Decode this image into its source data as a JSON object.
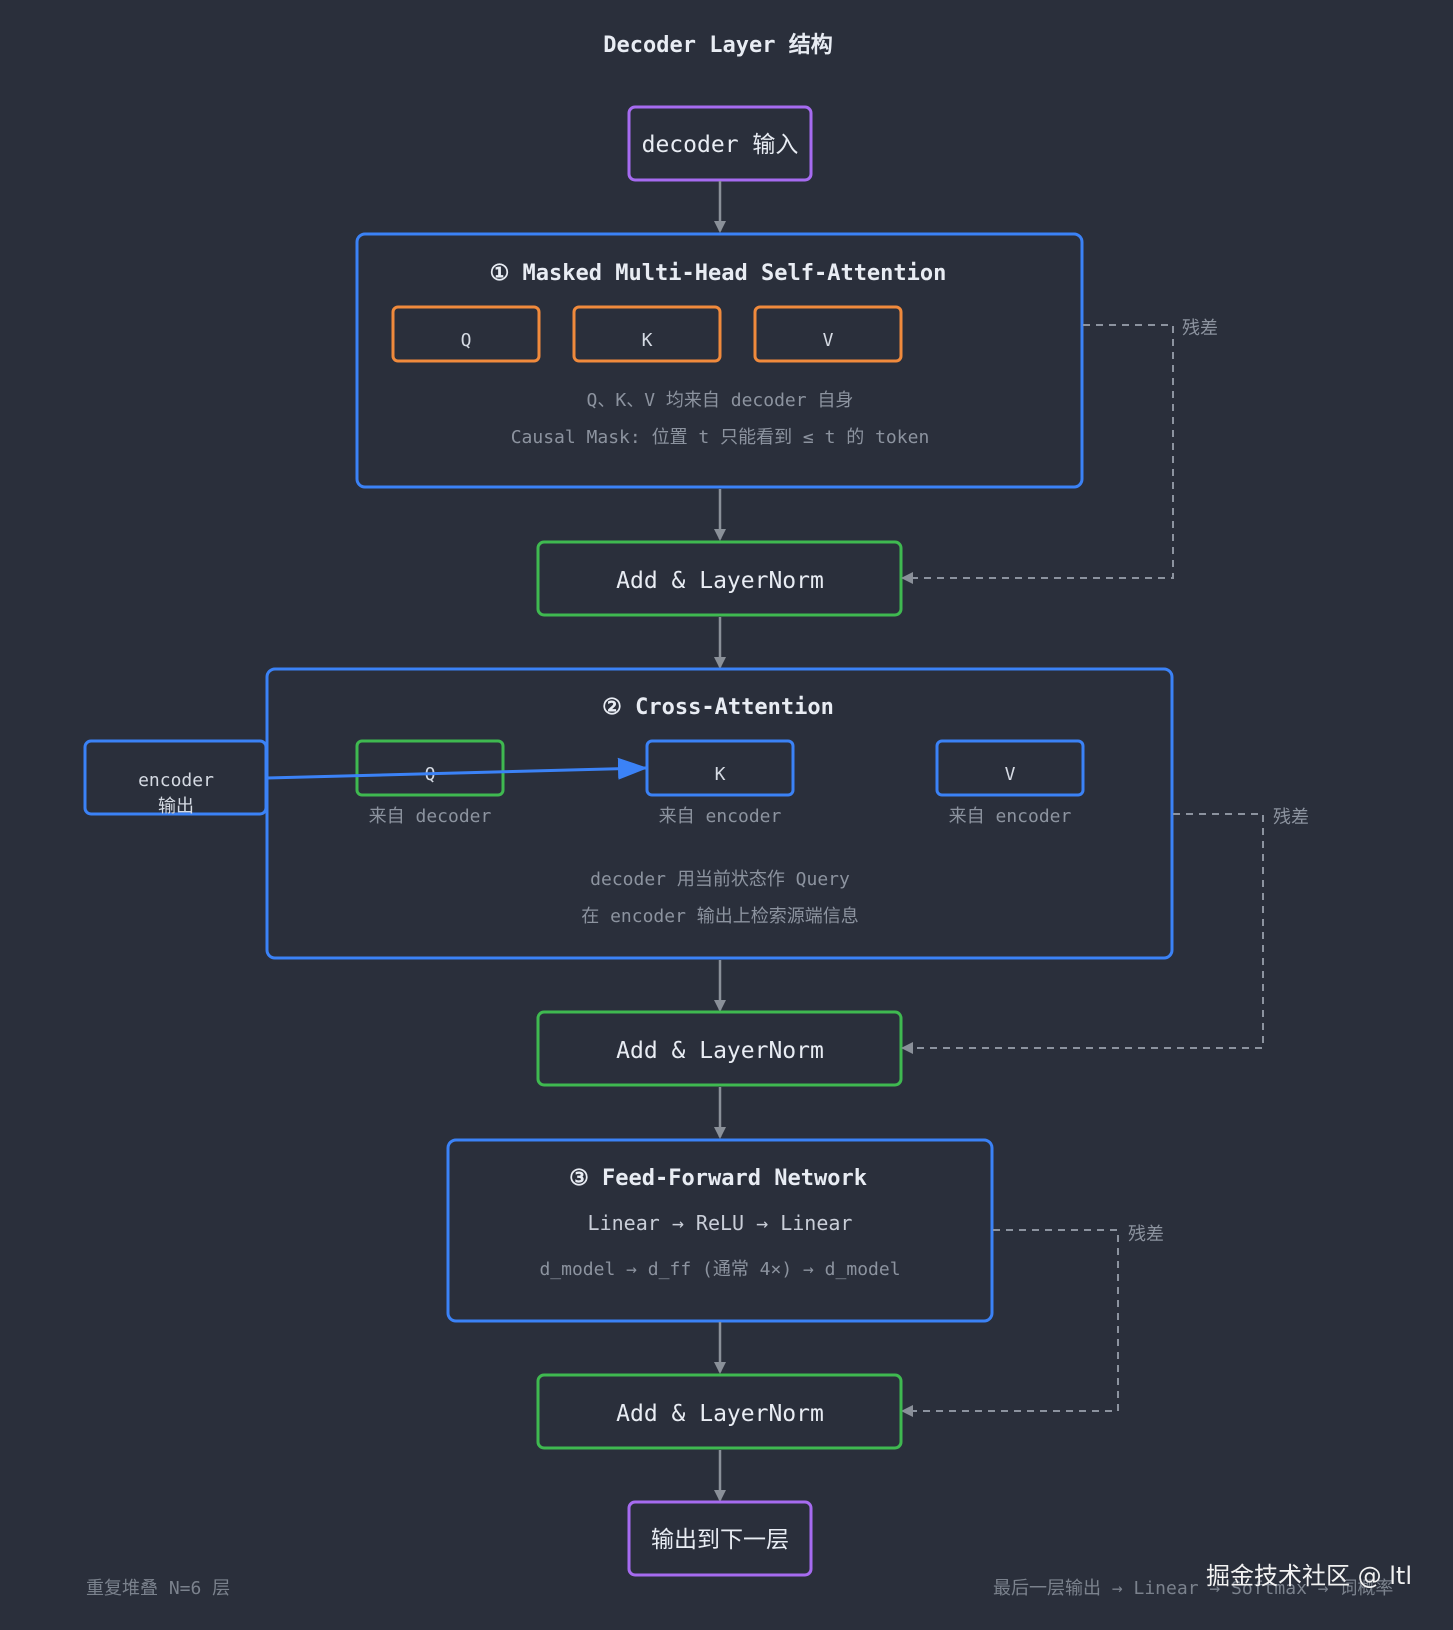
{
  "title": "Decoder Layer 结构",
  "input_box": "decoder 输入",
  "masked_attention": {
    "heading": "① Masked Multi-Head Self-Attention",
    "q": "Q",
    "k": "K",
    "v": "V",
    "note1": "Q、K、V 均来自 decoder 自身",
    "note2": "Causal Mask: 位置 t 只能看到 ≤ t 的 token"
  },
  "add_norm_label": "Add & LayerNorm",
  "cross_attention": {
    "heading": "② Cross-Attention",
    "q": "Q",
    "k": "K",
    "v": "V",
    "q_source": "来自 decoder",
    "k_source": "来自 encoder",
    "v_source": "来自 encoder",
    "note1": "decoder 用当前状态作 Query",
    "note2": "在 encoder 输出上检索源端信息"
  },
  "encoder_output": {
    "line1": "encoder",
    "line2": "输出"
  },
  "ffn": {
    "heading": "③ Feed-Forward Network",
    "line1": "Linear → ReLU → Linear",
    "line2": "d_model → d_ff (通常 4×) → d_model"
  },
  "output_box": "输出到下一层",
  "residual_label": "残差",
  "footer_left": "重复堆叠 N=6 层",
  "footer_right": "最后一层输出 → Linear → Softmax → 词概率",
  "watermark": "掘金技术社区 @ ltl",
  "colors": {
    "background": "#2a2f3b",
    "blue": "#3b82f6",
    "green": "#3fb950",
    "orange": "#f08a3c",
    "purple": "#a66bf0",
    "arrow": "#8a9099",
    "residual": "#8c939f"
  }
}
